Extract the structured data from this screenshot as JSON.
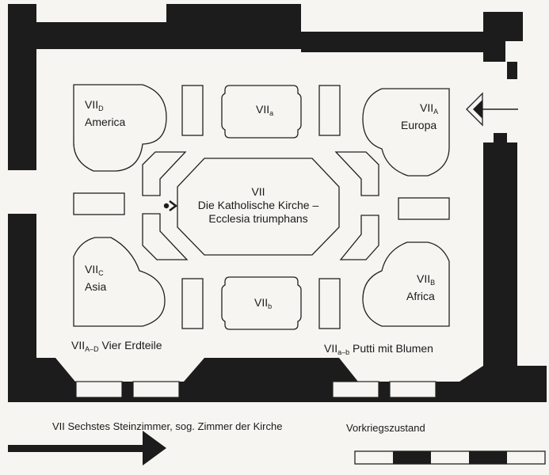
{
  "plan": {
    "room_main": {
      "line1": "VII",
      "line2": "Die Katholische Kirche –",
      "line3": "Ecclesia triumphans"
    },
    "room_a": {
      "base": "VII",
      "sub": "a"
    },
    "room_b": {
      "base": "VII",
      "sub": "b"
    },
    "room_c": {
      "base": "VII",
      "sub": "C",
      "name": "Asia"
    },
    "room_d": {
      "base": "VII",
      "sub": "D",
      "name": "America"
    },
    "room_e": {
      "base": "VII",
      "sub": "A",
      "name": "Europa"
    },
    "room_f": {
      "base": "VII",
      "sub": "B",
      "name": "Africa"
    },
    "legend_left": {
      "base": "VII",
      "sub": "A–D",
      "text": " Vier Erdteile"
    },
    "legend_right": {
      "base": "VII",
      "sub": "a–b",
      "text": " Putti mit Blumen"
    }
  },
  "caption": {
    "title": "VII Sechstes Steinzimmer, sog. Zimmer der Kirche",
    "state": "Vorkriegszustand"
  },
  "colors": {
    "wall": "#1c1c1c",
    "paper": "#f6f5f1",
    "line": "#222222"
  }
}
